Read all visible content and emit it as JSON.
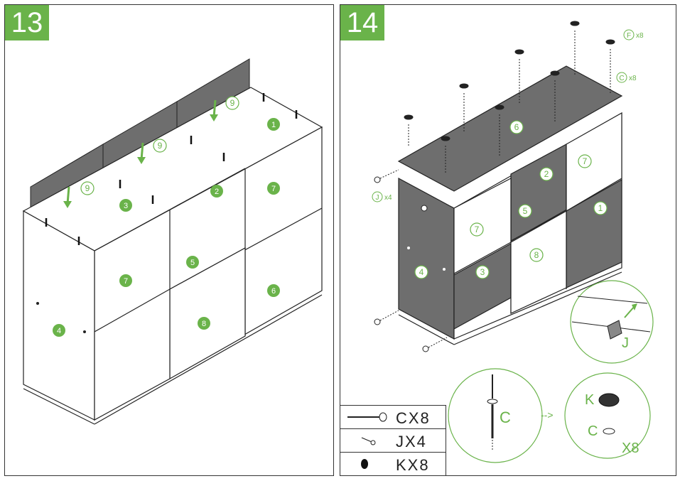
{
  "steps": [
    {
      "number": "13",
      "part_labels": {
        "back_panel": "9",
        "right_side": "1",
        "mid_upper_divider": "2",
        "left_upper_divider": "3",
        "left_side": "4",
        "middle_shelf": "5",
        "right_lower_divider": "6",
        "door_panel": "7",
        "lower_divider": "8"
      }
    },
    {
      "number": "14",
      "part_labels": {
        "top_panel": "6",
        "right_side": "1",
        "divider_top_mid": "2",
        "bottom_left": "3",
        "left_side": "4",
        "middle": "5",
        "door_panel": "7",
        "lower_mid": "8"
      },
      "callouts": {
        "f": {
          "letter": "F",
          "qty": "x8"
        },
        "c": {
          "letter": "C",
          "qty": "x8"
        },
        "j": {
          "letter": "J",
          "qty": "x4"
        }
      },
      "detail_j_label": "J",
      "detail_c_label": "C",
      "detail_cap_k": "K",
      "detail_cap_c": "C",
      "detail_cap_qty": "X8",
      "arrow": "-->"
    }
  ],
  "hardware_legend": [
    {
      "icon": "screw-icon",
      "label": "CX8"
    },
    {
      "icon": "nail-icon",
      "label": "JX4"
    },
    {
      "icon": "cap-icon",
      "label": "KX8"
    }
  ],
  "colors": {
    "accent": "#6ab34a",
    "panel_dark": "#6e6e6e",
    "line": "#222222"
  }
}
